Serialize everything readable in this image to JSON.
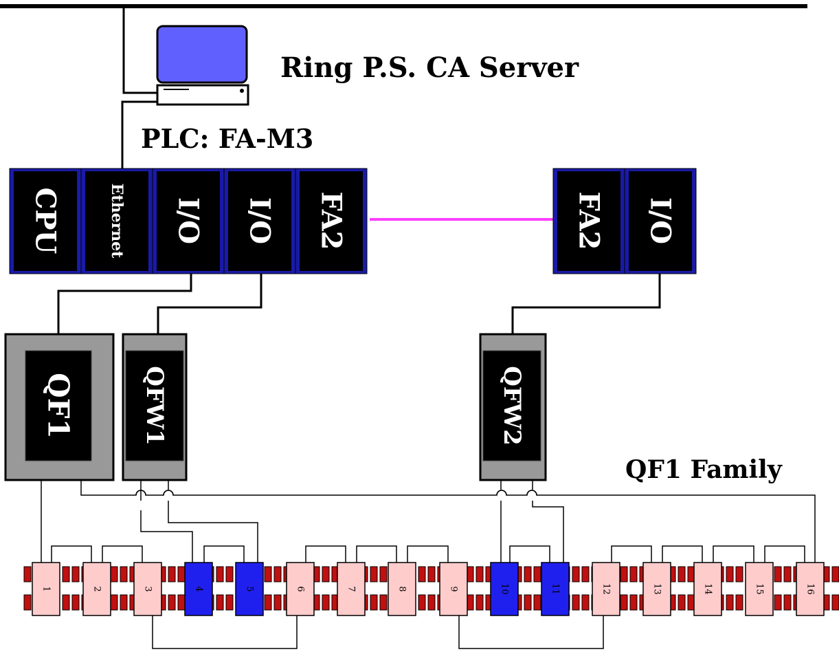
{
  "title": "Ring P.S. CA Server",
  "plc_title": "PLC: FA-M3",
  "family_title": "QF1 Family",
  "plc_modules": [
    "CPU",
    "Ethernet",
    "I/O",
    "I/O",
    "FA2"
  ],
  "remote_modules": [
    "FA2",
    "I/O"
  ],
  "power_supplies": [
    "QF1",
    "QFW1",
    "QFW2"
  ],
  "magnets": [
    {
      "n": "1",
      "c": "pink"
    },
    {
      "n": "2",
      "c": "pink"
    },
    {
      "n": "3",
      "c": "pink"
    },
    {
      "n": "4",
      "c": "blue"
    },
    {
      "n": "5",
      "c": "blue"
    },
    {
      "n": "6",
      "c": "pink"
    },
    {
      "n": "7",
      "c": "pink"
    },
    {
      "n": "8",
      "c": "pink"
    },
    {
      "n": "9",
      "c": "pink"
    },
    {
      "n": "10",
      "c": "blue"
    },
    {
      "n": "11",
      "c": "blue"
    },
    {
      "n": "12",
      "c": "pink"
    },
    {
      "n": "13",
      "c": "pink"
    },
    {
      "n": "14",
      "c": "pink"
    },
    {
      "n": "15",
      "c": "pink"
    },
    {
      "n": "16",
      "c": "pink"
    }
  ],
  "colors": {
    "module_border": "#1a1aa8",
    "fa2_link": "#ff40ff",
    "monitor_screen": "#6060ff",
    "magnet_pink": "#ffcccc",
    "magnet_blue": "#2020ee",
    "ring_red": "#c01010",
    "ps_gray": "#999999"
  }
}
